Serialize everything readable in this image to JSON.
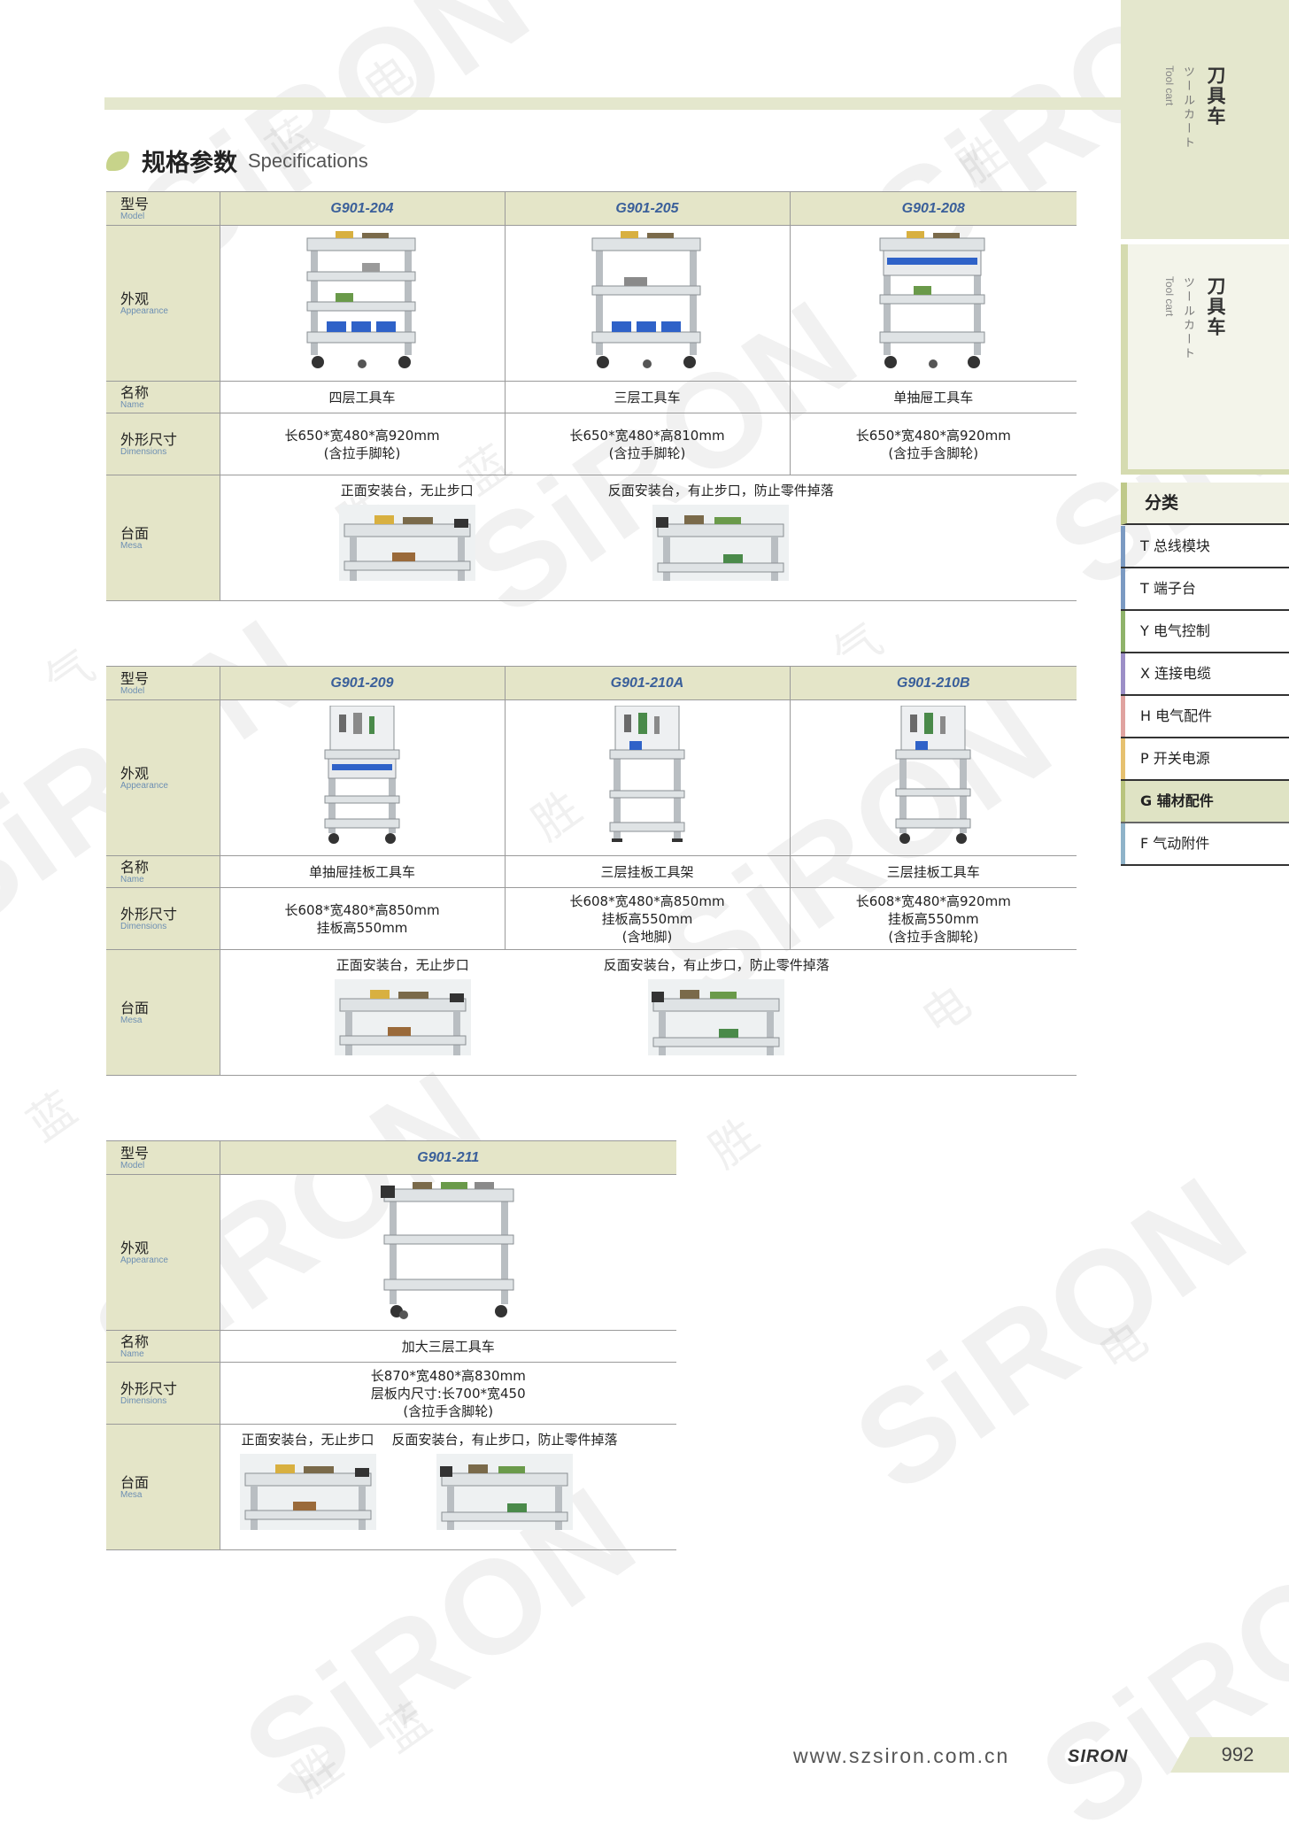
{
  "section": {
    "title_cn": "规格参数",
    "title_en": "Specifications"
  },
  "labels": {
    "model_cn": "型号",
    "model_en": "Model",
    "appearance_cn": "外观",
    "appearance_en": "Appearance",
    "name_cn": "名称",
    "name_en": "Name",
    "dimensions_cn": "外形尺寸",
    "dimensions_en": "Dimensions",
    "mesa_cn": "台面",
    "mesa_en": "Mesa"
  },
  "mesa": {
    "front": "正面安装台，无止步口",
    "back": "反面安装台，有止步口，防止零件掉落"
  },
  "tables": [
    {
      "products": [
        {
          "model": "G901-204",
          "name": "四层工具车",
          "dim1": "长650*宽480*高920mm",
          "dim2": "(含拉手脚轮)",
          "dim3": ""
        },
        {
          "model": "G901-205",
          "name": "三层工具车",
          "dim1": "长650*宽480*高810mm",
          "dim2": "(含拉手脚轮)",
          "dim3": ""
        },
        {
          "model": "G901-208",
          "name": "单抽屉工具车",
          "dim1": "长650*宽480*高920mm",
          "dim2": "(含拉手含脚轮)",
          "dim3": ""
        }
      ]
    },
    {
      "products": [
        {
          "model": "G901-209",
          "name": "单抽屉挂板工具车",
          "dim1": "长608*宽480*高850mm",
          "dim2": "挂板高550mm",
          "dim3": ""
        },
        {
          "model": "G901-210A",
          "name": "三层挂板工具架",
          "dim1": "长608*宽480*高850mm",
          "dim2": "挂板高550mm",
          "dim3": "(含地脚)"
        },
        {
          "model": "G901-210B",
          "name": "三层挂板工具车",
          "dim1": "长608*宽480*高920mm",
          "dim2": "挂板高550mm",
          "dim3": "(含拉手含脚轮)"
        }
      ]
    },
    {
      "products": [
        {
          "model": "G901-211",
          "name": "加大三层工具车",
          "dim1": "长870*宽480*高830mm",
          "dim2": "层板内尺寸:长700*宽450",
          "dim3": "(含拉手含脚轮)"
        }
      ]
    }
  ],
  "sidebar": {
    "tab1": {
      "cn": "刀具车",
      "jp": "ツールカート",
      "en": "Tool cart"
    },
    "tab2": {
      "cn": "刀具车",
      "jp": "ツールカート",
      "en": "Tool cart"
    },
    "category_title": "分类",
    "categories": [
      {
        "label": "T 总线模块",
        "color": "#7b9ac2"
      },
      {
        "label": "T 端子台",
        "color": "#7b9ac2"
      },
      {
        "label": "Y 电气控制",
        "color": "#8fb36a"
      },
      {
        "label": "X 连接电缆",
        "color": "#9c8fc7"
      },
      {
        "label": "H 电气配件",
        "color": "#e0a3a0"
      },
      {
        "label": "P 开关电源",
        "color": "#e6c170"
      },
      {
        "label": "G 辅材配件",
        "color": "#b9c47e"
      },
      {
        "label": "F 气动附件",
        "color": "#8fb3c9"
      }
    ]
  },
  "watermark": {
    "brand": "SiRON",
    "cn1": "胜",
    "cn2": "蓝",
    "cn3": "电",
    "cn4": "气"
  },
  "footer": {
    "url": "www.szsiron.com.cn",
    "logo": "SIRON",
    "page": "992"
  },
  "colors": {
    "accent": "#e4e5c8",
    "model_text": "#3a5f9a",
    "active_category": "#dfe3c4"
  }
}
